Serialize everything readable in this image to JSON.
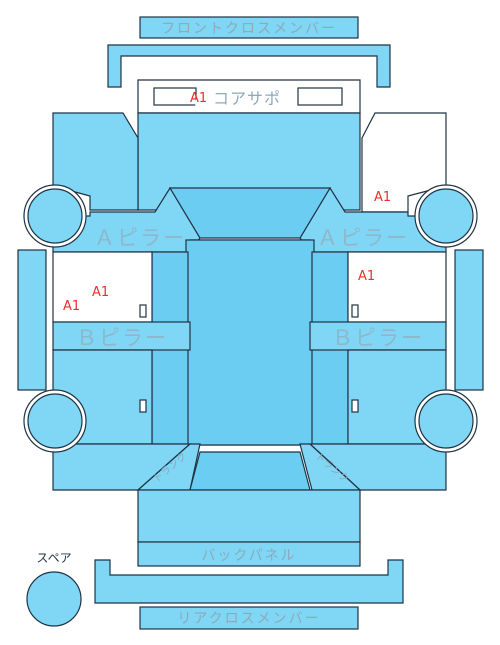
{
  "labels": {
    "front_cross_member": "フロントクロスメンバー",
    "core_support": "コアサポ",
    "a_pillar_left": "Ａピラー",
    "a_pillar_right": "Ａピラー",
    "b_pillar_left": "Ｂピラー",
    "b_pillar_right": "Ｂピラー",
    "back_panel": "バックパネル",
    "rear_cross_member": "リアクロスメンバー",
    "spare": "スペア",
    "trunk_left": "トランク",
    "trunk_right": "トランク"
  },
  "damage_codes": [
    {
      "id": "core-support",
      "code": "A1"
    },
    {
      "id": "right-front-fender",
      "code": "A1"
    },
    {
      "id": "left-front-door-upper",
      "code": "A1"
    },
    {
      "id": "left-front-door-lower",
      "code": "A1"
    },
    {
      "id": "right-front-door",
      "code": "A1"
    }
  ],
  "colors": {
    "panel": "#7fd6f5",
    "panel_dark": "#6ccdf2",
    "outline": "#1f3344",
    "label": "#8ea9b8",
    "damage_code": "#e8302a"
  }
}
